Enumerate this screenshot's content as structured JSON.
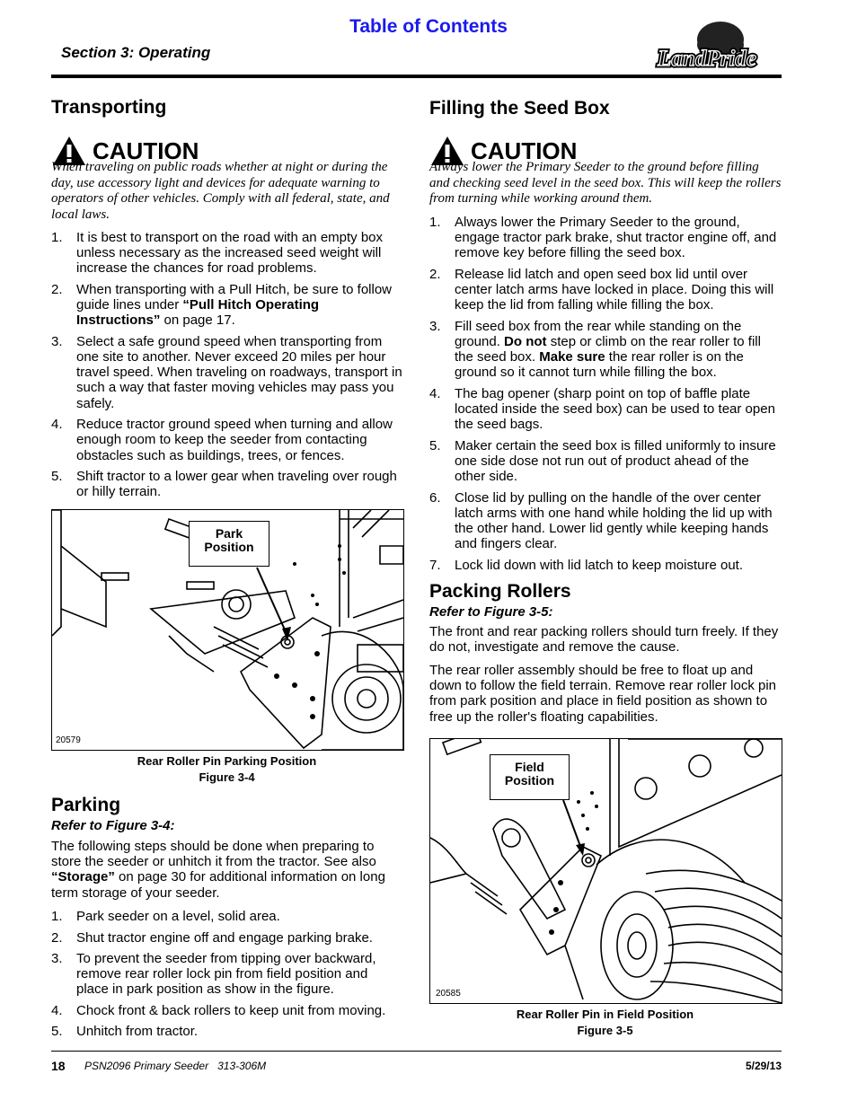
{
  "header": {
    "toc": "Table of Contents",
    "section": "Section 3: Operating",
    "logo": "LandPride"
  },
  "transporting": {
    "title": "Transporting",
    "caution": "CAUTION",
    "caution_text": "When traveling on public roads whether at night or during the day, use accessory light and devices for adequate warning to operators of other vehicles. Comply with all federal, state, and local laws.",
    "steps": [
      {
        "n": "1.",
        "t": "It is best to transport on the road with an empty box unless necessary as the increased seed weight will increase the chances for road problems."
      },
      {
        "n": "2.",
        "a": "When transporting with a Pull Hitch, be sure to follow guide lines under ",
        "b": "“Pull Hitch Operating Instructions”",
        "c": " on page 17."
      },
      {
        "n": "3.",
        "t": "Select a safe ground speed when transporting from one site to another. Never exceed 20 miles per hour travel speed. When traveling on roadways, transport in such a way that faster moving vehicles may pass you safely."
      },
      {
        "n": "4.",
        "t": "Reduce tractor ground speed when turning and allow enough room to keep the seeder from contacting obstacles such as buildings, trees, or fences."
      },
      {
        "n": "5.",
        "t": "Shift tractor to a lower gear when traveling over rough or hilly terrain."
      }
    ]
  },
  "figure4": {
    "callout_line1": "Park",
    "callout_line2": "Position",
    "number": "20579",
    "caption": "Rear Roller Pin Parking Position",
    "label": "Figure 3-4"
  },
  "parking": {
    "title": "Parking",
    "refer": "Refer to Figure 3-4:",
    "intro_a": "The following steps should be done when preparing to store the seeder or unhitch it from the tractor. See also ",
    "intro_b": "“Storage”",
    "intro_c": " on page 30 for additional information on long term storage of your seeder.",
    "steps": [
      {
        "n": "1.",
        "t": "Park seeder on a level, solid area."
      },
      {
        "n": "2.",
        "t": "Shut tractor engine off and engage parking brake."
      },
      {
        "n": "3.",
        "t": "To prevent the seeder from tipping over backward, remove rear roller lock pin from field position and place in park position as show in the figure."
      },
      {
        "n": "4.",
        "t": "Chock front & back rollers to keep unit from moving."
      },
      {
        "n": "5.",
        "t": "Unhitch from tractor."
      }
    ]
  },
  "filling": {
    "title": "Filling the Seed Box",
    "caution": "CAUTION",
    "caution_text": "Always lower the Primary Seeder to the ground before filling and checking seed level in the seed box. This will keep the rollers from turning while working around them.",
    "steps": [
      {
        "n": "1.",
        "t": "Always lower the Primary Seeder to the ground, engage tractor park brake, shut tractor engine off, and remove key before filling the seed box."
      },
      {
        "n": "2.",
        "t": "Release lid latch and open seed box lid until over center latch arms have locked in place. Doing this will keep the lid from falling while filling the box."
      },
      {
        "n": "3.",
        "a": "Fill seed box from the rear while standing on the ground. ",
        "b": "Do not",
        "c": " step or climb on the rear roller to fill the seed box. ",
        "d": "Make sure",
        "e": " the rear roller is on the ground so it cannot turn while filling the box."
      },
      {
        "n": "4.",
        "t": "The bag opener (sharp point on top of baffle plate located inside the seed box) can be used to tear open the seed bags."
      },
      {
        "n": "5.",
        "t": "Maker certain the seed box is filled uniformly to insure one side dose not run out of product ahead of the other side."
      },
      {
        "n": "6.",
        "t": "Close lid by pulling on the handle of the over center latch arms with one hand while holding the lid up with the other hand. Lower lid gently while keeping hands and fingers clear."
      },
      {
        "n": "7.",
        "t": "Lock lid down with lid latch to keep moisture out."
      }
    ]
  },
  "packing": {
    "title": "Packing Rollers",
    "refer": "Refer to Figure 3-5:",
    "p1": "The front and rear packing rollers should turn freely. If they do not, investigate and remove the cause.",
    "p2": "The rear roller assembly should be free to float up and down to follow the field terrain. Remove rear roller lock pin from park position and place in field position as shown to free up the roller's floating capabilities."
  },
  "figure5": {
    "callout_line1": "Field",
    "callout_line2": "Position",
    "number": "20585",
    "caption": "Rear Roller Pin in Field Position",
    "label": "Figure 3-5"
  },
  "footer": {
    "page": "18",
    "doc": "PSN2096 Primary Seeder",
    "code": "313-306M",
    "date": "5/29/13"
  }
}
